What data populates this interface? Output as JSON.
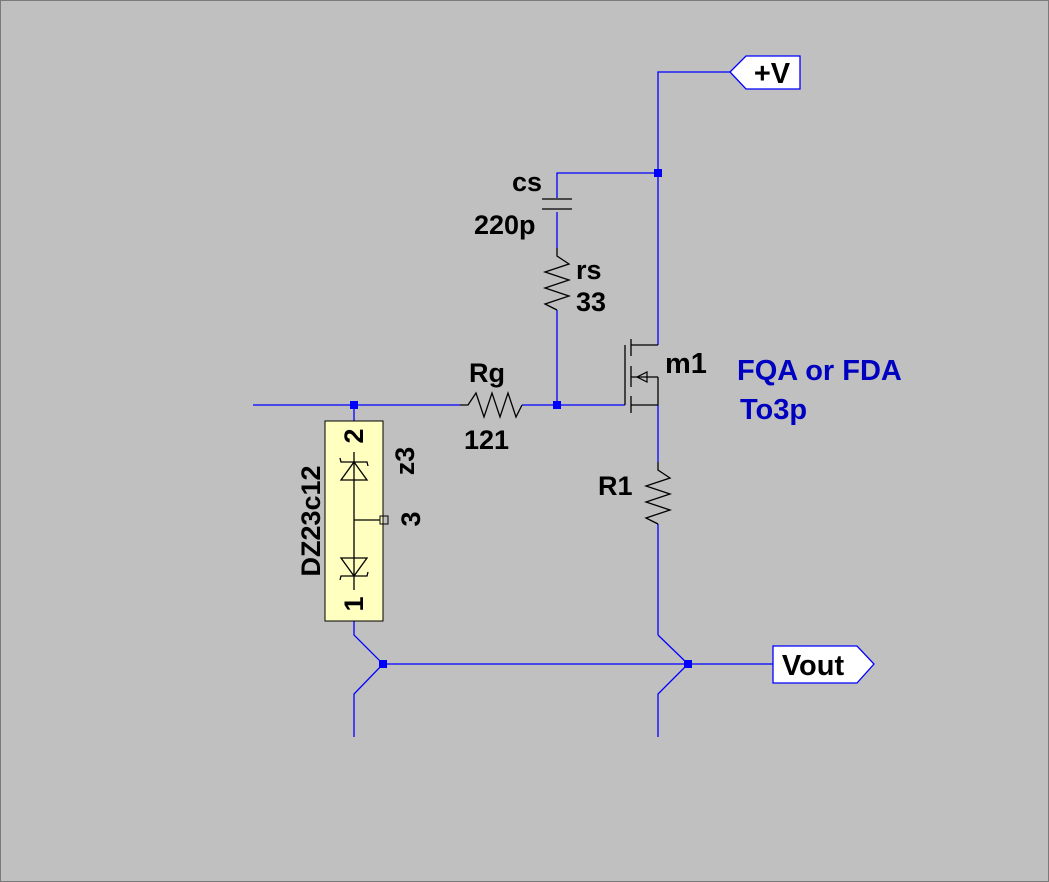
{
  "colors": {
    "background": "#c0c0c0",
    "wire": "#0000ff",
    "component": "#000000",
    "annotation": "#0000c0",
    "zener_package_fill": "#ffffc0"
  },
  "labels": {
    "supply": "+V",
    "output": "Vout"
  },
  "components": {
    "cs": {
      "name": "cs",
      "value": "220p"
    },
    "rs": {
      "name": "rs",
      "value": "33"
    },
    "rg": {
      "name": "Rg",
      "value": "121"
    },
    "m1": {
      "name": "m1"
    },
    "r1": {
      "name": "R1"
    },
    "zener": {
      "part": "DZ23c12",
      "name": "z3",
      "pin1": "1",
      "pin2": "2",
      "pin3": "3"
    }
  },
  "annotation": {
    "line1": "FQA or FDA",
    "line2": "To3p"
  }
}
